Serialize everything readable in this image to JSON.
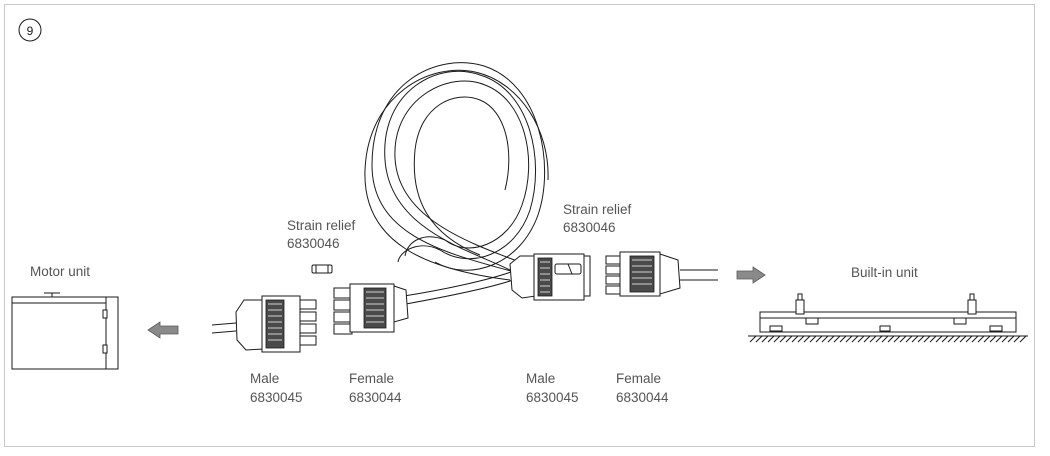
{
  "step_number": "9",
  "labels": {
    "motor_unit": "Motor unit",
    "built_in_unit": "Built-in unit",
    "strain_relief_left": {
      "name": "Strain relief",
      "code": "6830046"
    },
    "strain_relief_right": {
      "name": "Strain relief",
      "code": "6830046"
    },
    "male_left": {
      "name": "Male",
      "code": "6830045"
    },
    "female_left": {
      "name": "Female",
      "code": "6830044"
    },
    "male_right": {
      "name": "Male",
      "code": "6830045"
    },
    "female_right": {
      "name": "Female",
      "code": "6830044"
    }
  },
  "colors": {
    "line": "#1a1a1a",
    "text": "#555555",
    "arrow": "#8a8a8a",
    "grip": "#4a4a4a",
    "frame": "#c8c8c8"
  },
  "icons": {
    "step_marker": "circled-number",
    "arrow_left": "arrow-left-icon",
    "arrow_right": "arrow-right-icon"
  }
}
